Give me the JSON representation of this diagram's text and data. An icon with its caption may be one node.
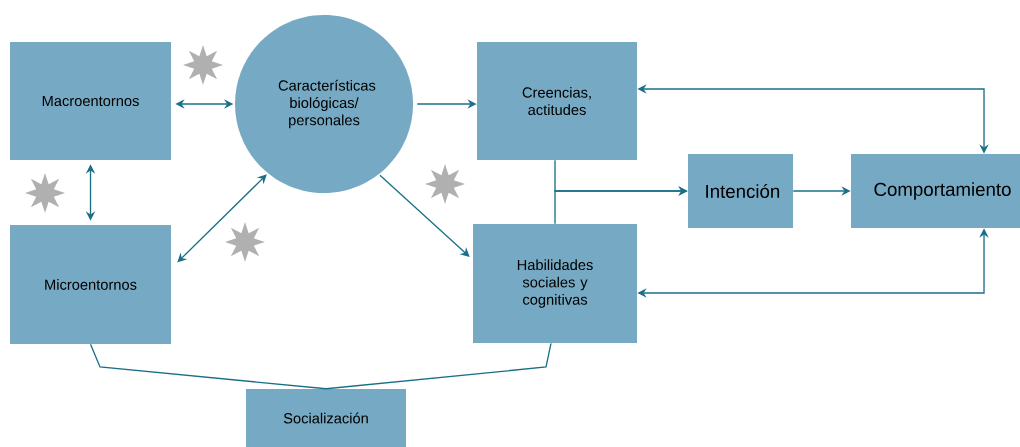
{
  "diagram": {
    "nodes": [
      {
        "text": [
          "Macroentornos"
        ]
      },
      {
        "text": [
          "Características biológicas/ personales"
        ]
      },
      {
        "text": [
          "Creencias, actitudes"
        ]
      },
      {
        "text": [
          "Microentornos"
        ]
      },
      {
        "text": [
          "Habilidades sociales y cognitivas"
        ]
      },
      {
        "text": [
          "Intención"
        ]
      },
      {
        "text": [
          "Comportamiento"
        ]
      },
      {
        "text": [
          "Socialización"
        ]
      }
    ],
    "edges": [
      {
        "from": 0,
        "to": 1,
        "arrow": "both"
      },
      {
        "from": 0,
        "to": 3,
        "arrow": "both"
      },
      {
        "from": 1,
        "to": 3,
        "arrow": "both"
      },
      {
        "from": 1,
        "to": 2,
        "arrow": "to"
      },
      {
        "from": 1,
        "to": 4,
        "arrow": "to"
      },
      {
        "from": 2,
        "to": 5,
        "arrow": "to"
      },
      {
        "from": 4,
        "to": 5,
        "arrow": "to"
      },
      {
        "from": 5,
        "to": 6,
        "arrow": "to"
      },
      {
        "from": 6,
        "to": 2,
        "arrow": "both"
      },
      {
        "from": 6,
        "to": 4,
        "arrow": "both"
      },
      {
        "from": 3,
        "to": 7,
        "arrow": "none"
      },
      {
        "from": 4,
        "to": 7,
        "arrow": "none"
      }
    ]
  }
}
